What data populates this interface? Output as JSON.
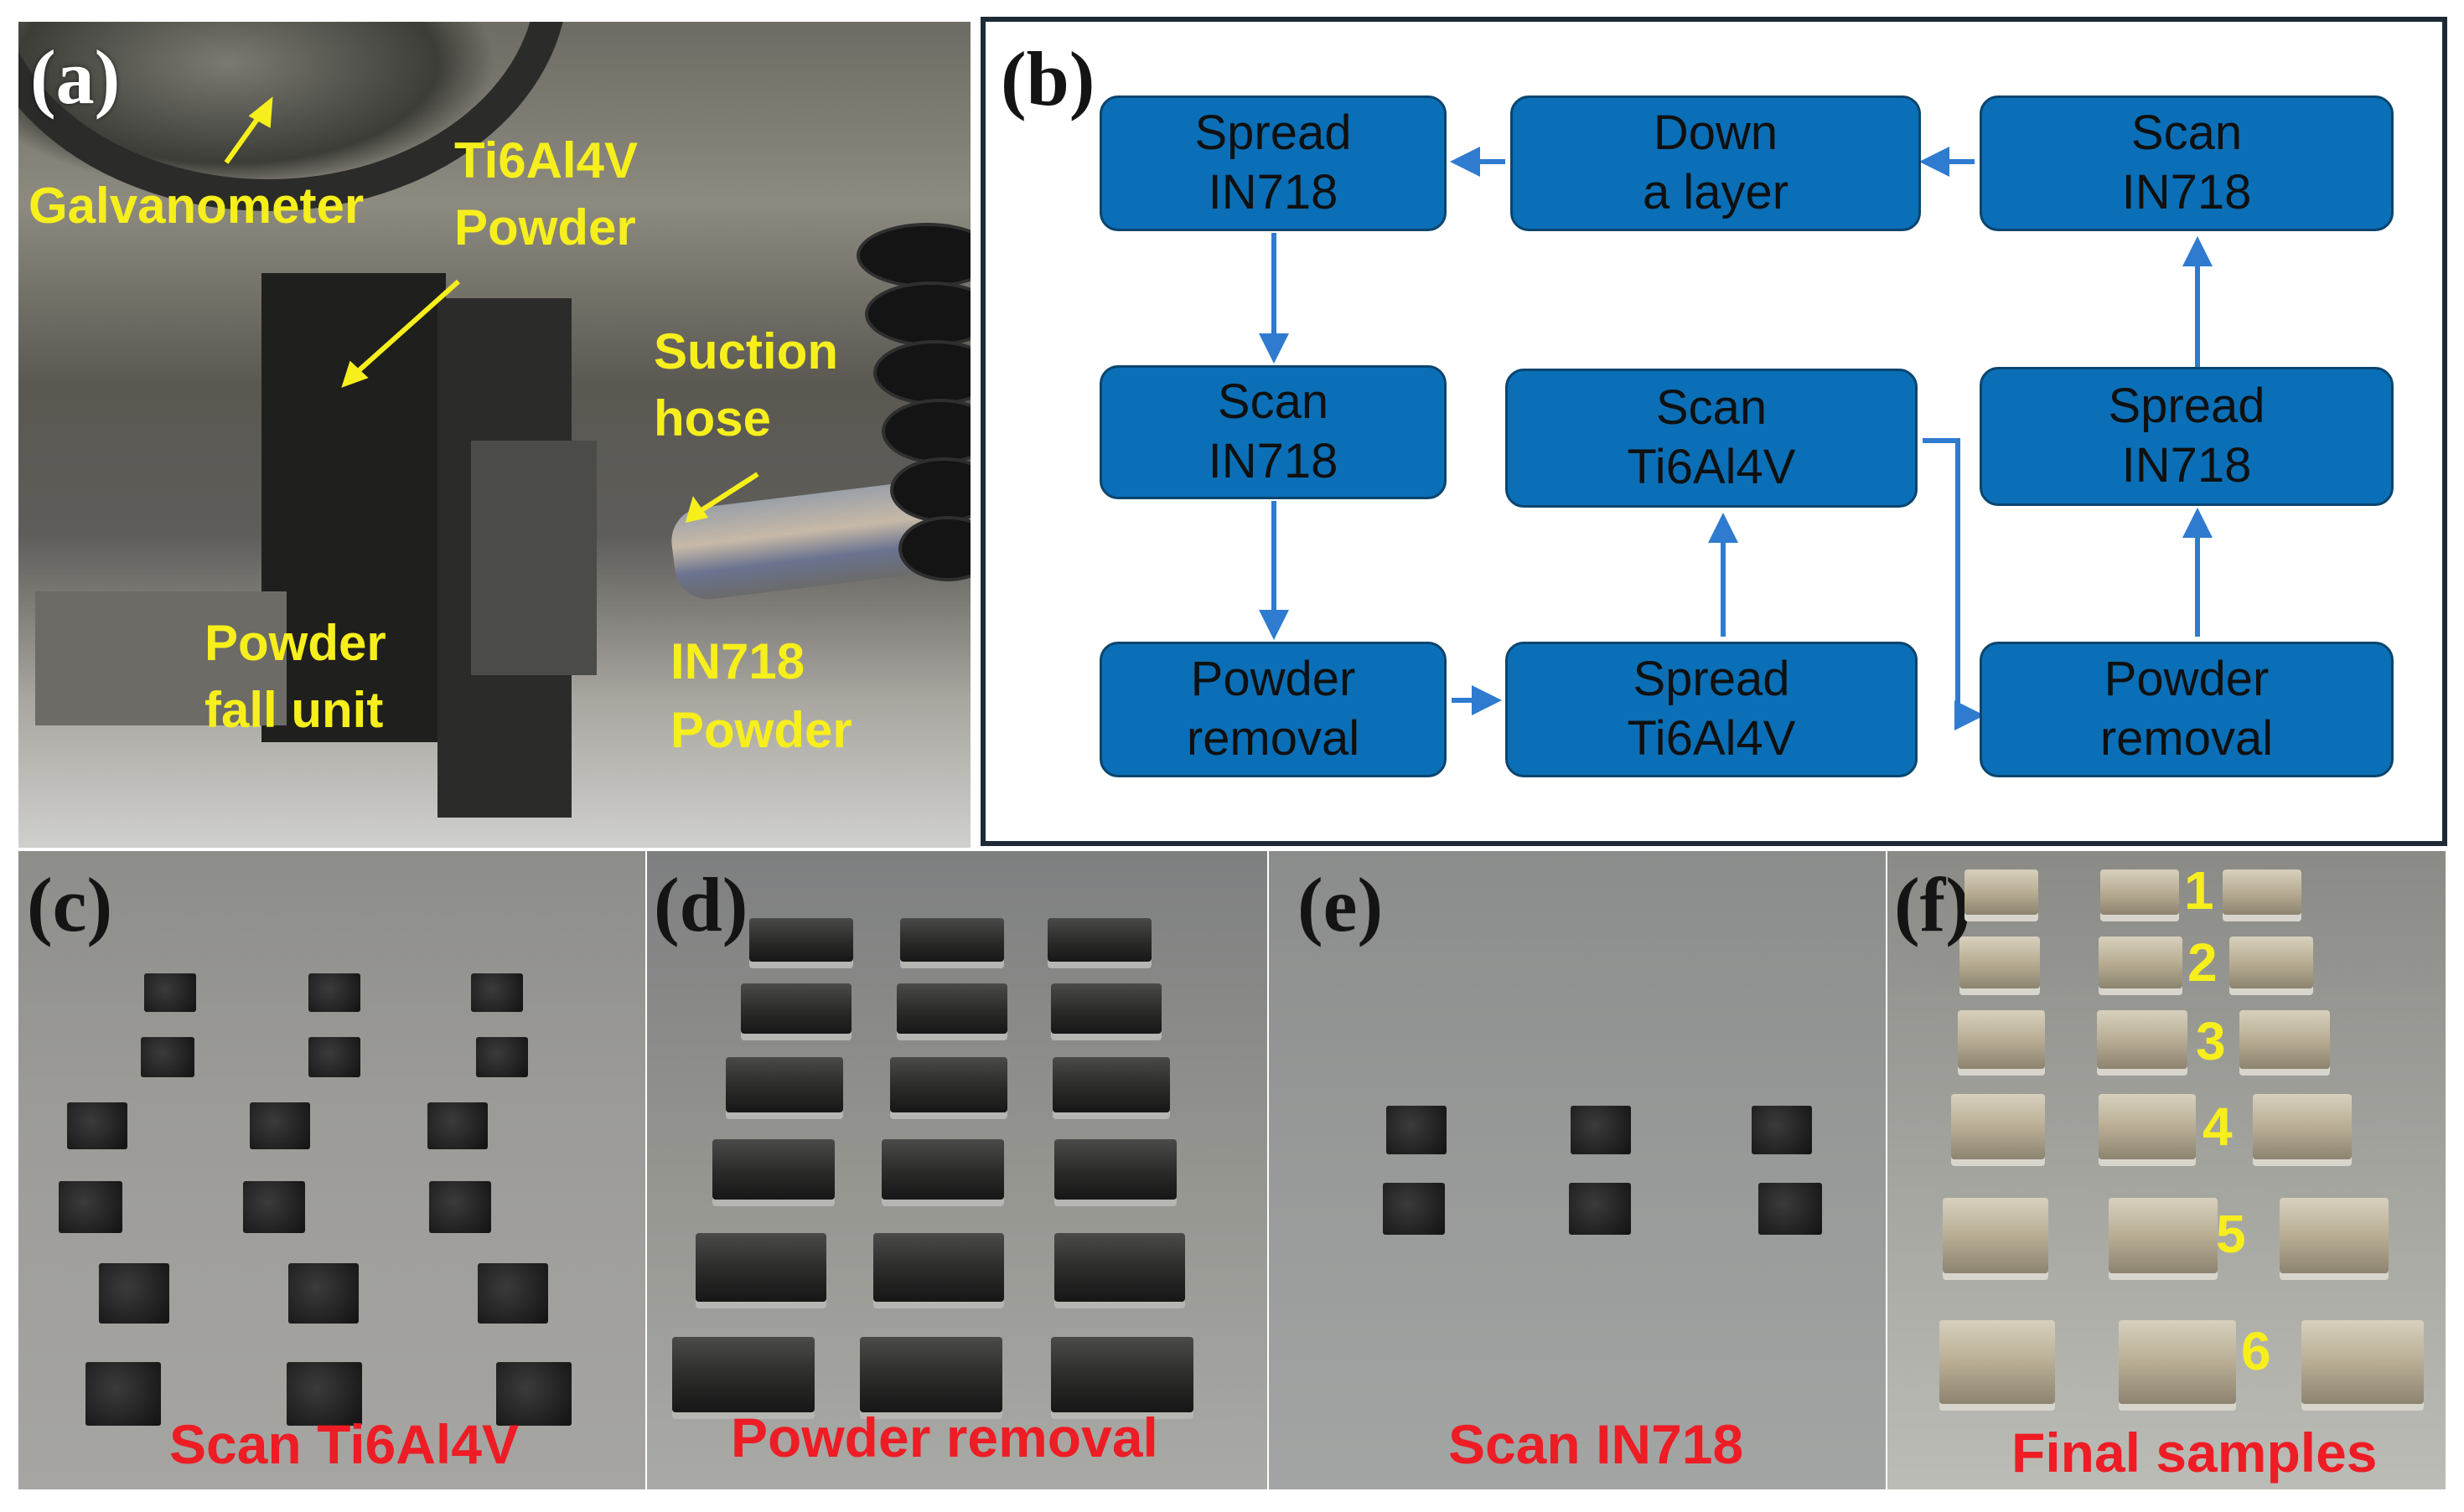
{
  "panel_a": {
    "letter": "(a)",
    "labels": {
      "galvanometer": "Galvanometer",
      "ti_powder_1": "Ti6Al4V",
      "ti_powder_2": "Powder",
      "suction_1": "Suction",
      "suction_2": "hose",
      "fall_1": "Powder",
      "fall_2": "fall unit",
      "in718_1": "IN718",
      "in718_2": "Powder"
    },
    "label_color": "#f7ef1c"
  },
  "panel_b": {
    "letter": "(b)",
    "node_color": "#0a6fb6",
    "arrow_color": "#2e7bcf",
    "nodes": {
      "r1c1": [
        "Spread",
        "IN718"
      ],
      "r1c2": [
        "Down",
        "a layer"
      ],
      "r1c3": [
        "Scan",
        "IN718"
      ],
      "r2c1": [
        "Scan",
        "IN718"
      ],
      "r2c2": [
        "Scan",
        "Ti6Al4V"
      ],
      "r2c3": [
        "Spread",
        "IN718"
      ],
      "r3c1": [
        "Powder",
        "removal"
      ],
      "r3c2": [
        "Spread",
        "Ti6Al4V"
      ],
      "r3c3": [
        "Powder",
        "removal"
      ]
    }
  },
  "panel_c": {
    "letter": "(c)",
    "caption": "Scan Ti6Al4V"
  },
  "panel_d": {
    "letter": "(d)",
    "caption": "Powder removal"
  },
  "panel_e": {
    "letter": "(e)",
    "caption": "Scan IN718"
  },
  "panel_f": {
    "letter": "(f)",
    "caption": "Final samples",
    "numbers": [
      "1",
      "2",
      "3",
      "4",
      "5",
      "6"
    ]
  },
  "caption_color": "#ee1c24"
}
